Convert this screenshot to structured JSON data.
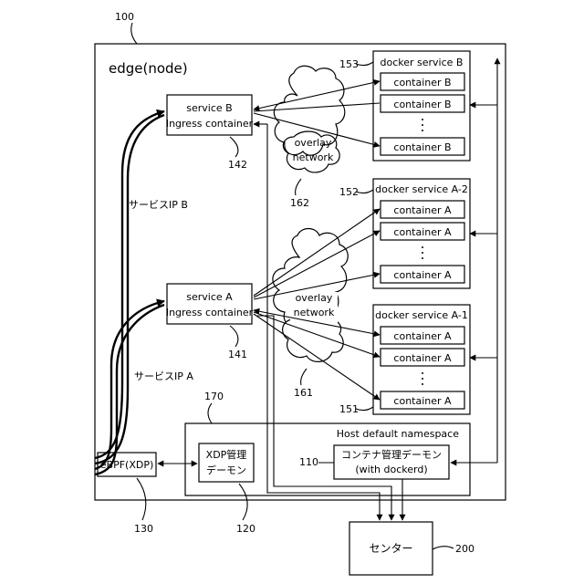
{
  "refs": {
    "node": "100",
    "center": "200",
    "host": "170",
    "daemon": "110",
    "ebpf": "130",
    "xdp": "120",
    "svcB": "142",
    "svcA": "141",
    "ovTop": "162",
    "ovBot": "161",
    "dsB": "153",
    "dsA2": "152",
    "dsA1": "151"
  },
  "node_label": "edge(node)",
  "ingress_b": {
    "line1": "service B",
    "line2": "Ingress container"
  },
  "ingress_a": {
    "line1": "service A",
    "line2": "Ingress container"
  },
  "overlay_top": {
    "line1": "overlay",
    "line2": "network"
  },
  "overlay_bottom": {
    "line1": "overlay",
    "line2": "network"
  },
  "service_ip_b": "サービスIP B",
  "service_ip_a": "サービスIP A",
  "docker_b": {
    "title": "docker service B",
    "c1": "container B",
    "c2": "container B",
    "c3": "container B"
  },
  "docker_a2": {
    "title": "docker service A-2",
    "c1": "container A",
    "c2": "container A",
    "c3": "container A"
  },
  "docker_a1": {
    "title": "docker service A-1",
    "c1": "container A",
    "c2": "container A",
    "c3": "container A"
  },
  "host_namespace": "Host default namespace",
  "ebpf": "eBPF(XDP)",
  "xdp_daemon": {
    "line1": "XDP管理",
    "line2": "デーモン"
  },
  "container_daemon": {
    "line1": "コンテナ管理デーモン",
    "line2": "(with dockerd)"
  },
  "center": "センター"
}
